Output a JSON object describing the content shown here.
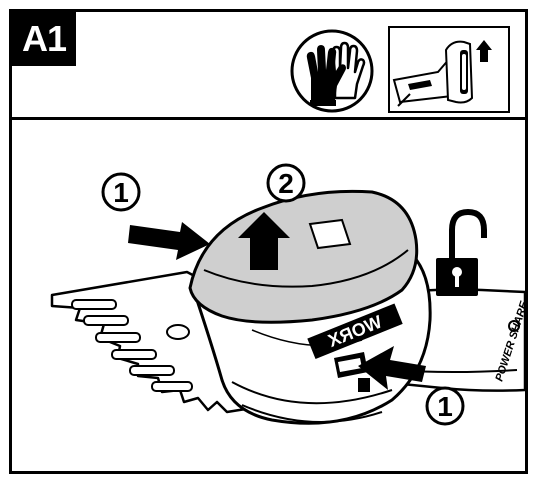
{
  "step": {
    "label": "A1"
  },
  "callouts": [
    {
      "number": "1"
    },
    {
      "number": "2"
    },
    {
      "number": "1"
    }
  ],
  "brand": {
    "logo_text": "WORX"
  },
  "product": {
    "handle_text": "POWER SHARE"
  },
  "icons": {
    "gloves": "protective-gloves-icon",
    "detail": "battery-release-detail-icon",
    "lock": "unlocked-padlock-icon"
  },
  "colors": {
    "ink": "#000000",
    "cover": "#d0d0d0",
    "body": "#ffffff"
  }
}
